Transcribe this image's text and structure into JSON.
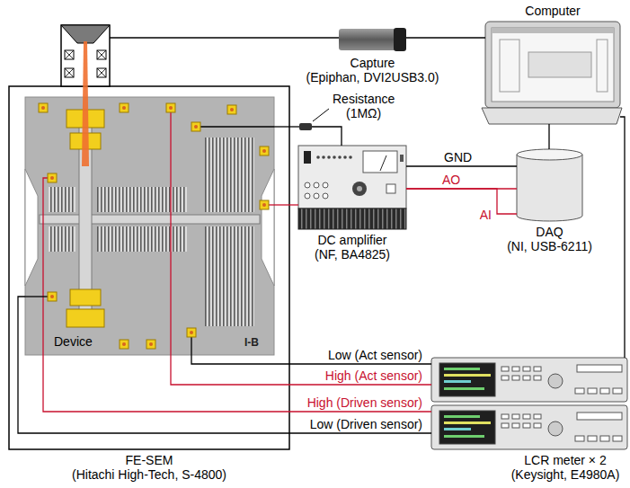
{
  "diagram": {
    "nodes": [
      {
        "text": [
          "Computer"
        ]
      },
      {
        "text": [
          "Capture",
          "(Epiphan, DVI2USB3.0)"
        ]
      },
      {
        "text": [
          "Resistance",
          "(1MΩ)"
        ]
      },
      {
        "text": [
          "DC amplifier",
          "(NF, BA4825)"
        ]
      },
      {
        "text": [
          "DAQ",
          "(NI, USB-6211)"
        ]
      },
      {
        "text": [
          "FE-SEM",
          "(Hitachi High-Tech, S-4800)"
        ]
      },
      {
        "text": [
          "Device"
        ],
        "in": 5
      },
      {
        "text": [
          "LCR meter × 2",
          "(Keysight, E4980A)"
        ]
      }
    ],
    "edges": [
      {
        "from": 5,
        "to": 1,
        "arrow": "none"
      },
      {
        "from": 1,
        "to": 0,
        "arrow": "none"
      },
      {
        "from": 0,
        "to": 4,
        "arrow": "none"
      },
      {
        "from": 0,
        "to": 7,
        "arrow": "none"
      },
      {
        "from": 6,
        "to": 2,
        "arrow": "none"
      },
      {
        "from": 2,
        "to": 3,
        "arrow": "none"
      },
      {
        "from": 3,
        "to": 6,
        "arrow": "none"
      },
      {
        "from": 3,
        "to": 4,
        "label": "GND",
        "arrow": "none"
      },
      {
        "from": 3,
        "to": 4,
        "label": "AO",
        "arrow": "none"
      },
      {
        "from": 3,
        "to": 4,
        "label": "AI",
        "arrow": "none"
      },
      {
        "from": 7,
        "to": 6,
        "label": "Low (Act sensor)",
        "arrow": "none"
      },
      {
        "from": 7,
        "to": 6,
        "label": "High (Act sensor)",
        "arrow": "none"
      },
      {
        "from": 7,
        "to": 6,
        "label": "High (Driven sensor)",
        "arrow": "none"
      },
      {
        "from": 7,
        "to": 6,
        "label": "Low (Driven sensor)",
        "arrow": "none"
      }
    ],
    "labels": [
      "I-B"
    ]
  }
}
